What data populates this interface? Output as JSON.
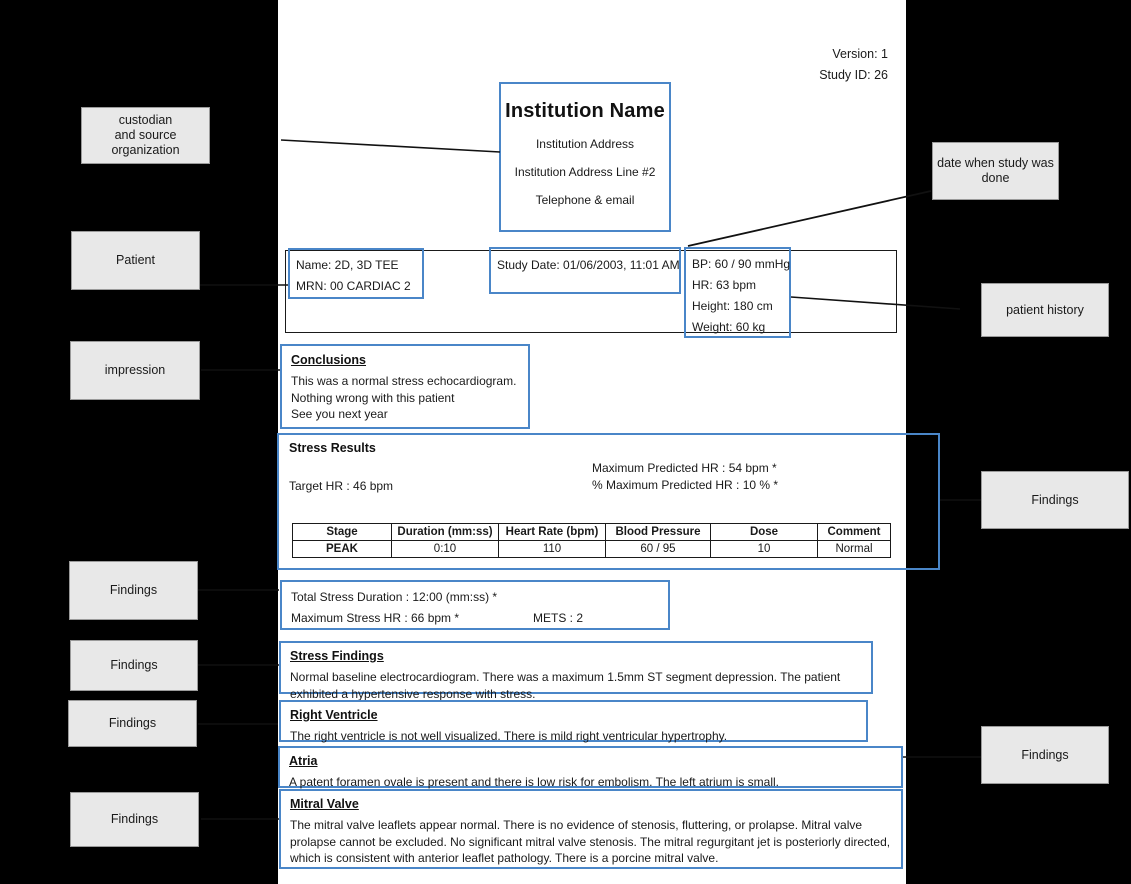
{
  "document": {
    "version_label": "Version:",
    "version_value": "1",
    "study_id_label": "Study ID:",
    "study_id_value": "26",
    "institution": {
      "name": "Institution Name",
      "address1": "Institution Address",
      "address2": "Institution Address Line #2",
      "contact": "Telephone & email"
    },
    "patient": {
      "name_line": "Name:  2D, 3D TEE",
      "mrn_line": "MRN:  00 CARDIAC 2"
    },
    "study_date_line": "Study Date:  01/06/2003, 11:01 AM",
    "vitals": [
      "BP:  60 / 90 mmHg",
      "HR:  63 bpm",
      "Height:  180 cm",
      "Weight:  60 kg"
    ],
    "conclusions": {
      "title": "Conclusions",
      "body": "This was a normal stress echocardiogram.\nNothing wrong with this patient\nSee you next year"
    },
    "stress_results": {
      "title": "Stress Results",
      "target_hr": "Target HR :  46 bpm",
      "max_predicted_hr": "Maximum Predicted HR :  54 bpm *",
      "pct_max_predicted_hr": "% Maximum Predicted HR :  10 % *",
      "table": {
        "headers": [
          "Stage",
          "Duration (mm:ss)",
          "Heart Rate (bpm)",
          "Blood Pressure",
          "Dose",
          "Comment"
        ],
        "rows": [
          [
            "PEAK",
            "0:10",
            "110",
            "60 / 95",
            "10",
            "Normal"
          ]
        ]
      }
    },
    "totals": {
      "total_stress_duration": "Total Stress Duration :  12:00 (mm:ss) *",
      "maximum_stress_hr": "Maximum Stress HR :  66 bpm *",
      "mets": "METS :  2"
    },
    "findings": [
      {
        "title": "Stress Findings",
        "body": "Normal baseline electrocardiogram. There was a maximum 1.5mm ST segment depression. The patient exhibited a hypertensive response with stress."
      },
      {
        "title": "Right Ventricle",
        "body": "The right ventricle is not well visualized. There is mild right ventricular hypertrophy."
      },
      {
        "title": "Atria",
        "body": "A patent foramen ovale is present and there is low risk for embolism. The left atrium is small."
      },
      {
        "title": "Mitral Valve",
        "body": "The mitral valve leaflets appear normal. There is no evidence of stenosis, fluttering, or prolapse. Mitral valve prolapse cannot be excluded. No significant mitral valve stenosis. The mitral regurgitant jet is posteriorly directed, which is consistent with anterior leaflet pathology. There is a porcine mitral valve."
      }
    ]
  },
  "annotations": {
    "left": [
      {
        "label": "custodian\nand  source\norganization"
      },
      {
        "label": "Patient"
      },
      {
        "label": "impression"
      },
      {
        "label": "Findings"
      },
      {
        "label": "Findings"
      },
      {
        "label": "Findings"
      },
      {
        "label": "Findings"
      }
    ],
    "right": [
      {
        "label": "date when study was\ndone"
      },
      {
        "label": "patient history"
      },
      {
        "label": "Findings"
      },
      {
        "label": "Findings"
      }
    ]
  },
  "colors": {
    "background": "#000000",
    "page": "#ffffff",
    "callout_fill": "#e8e8e8",
    "callout_border": "#9a9a9a",
    "section_border": "#4a86c8",
    "text": "#1a1a1a"
  }
}
